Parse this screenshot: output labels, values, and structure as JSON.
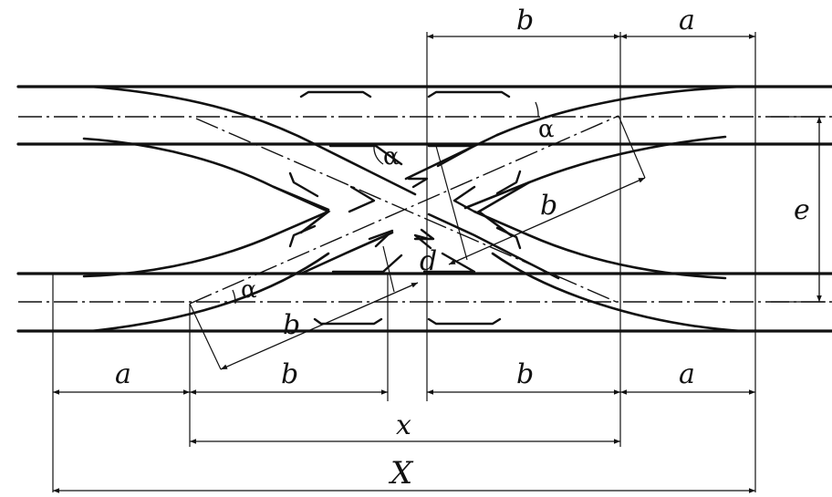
{
  "labels": {
    "a": "a",
    "b": "b",
    "alpha": "α",
    "d": "d",
    "e": "e",
    "x": "x",
    "X": "X"
  }
}
